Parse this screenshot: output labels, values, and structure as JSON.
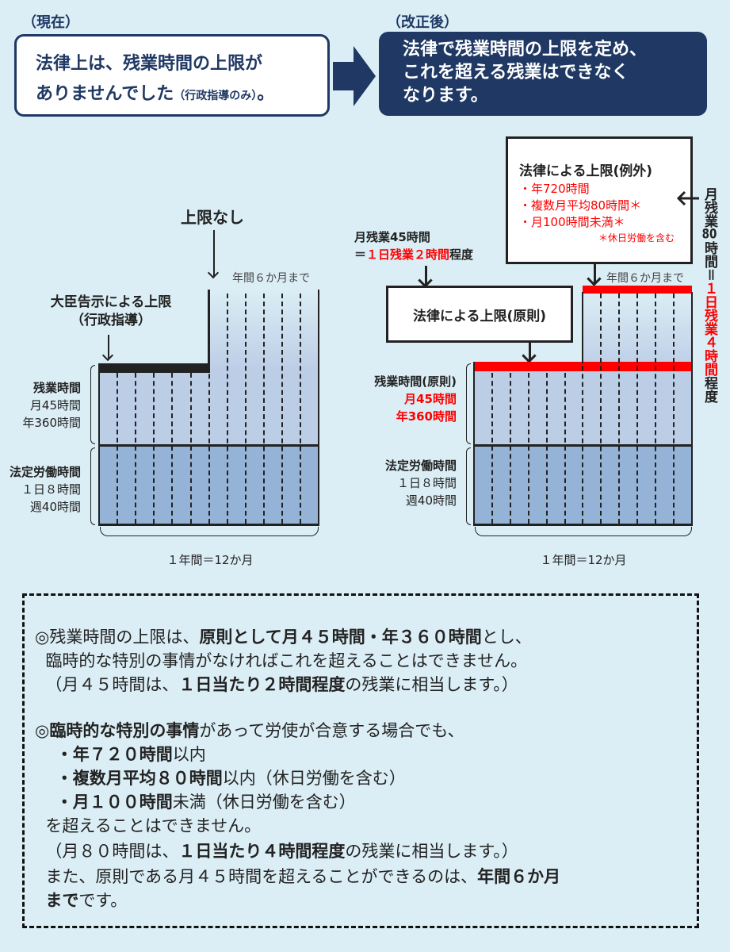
{
  "header": {
    "current_label": "（現在）",
    "current_line1": "法律上は、残業時間の上限が",
    "current_line2": "ありませんでした",
    "current_note": "（行政指導のみ）",
    "current_end": "。",
    "revised_label": "（改正後）",
    "revised_lines": [
      "法律で残業時間の上限を定め、",
      "これを超える残業はできなく",
      "なります。"
    ]
  },
  "left_chart": {
    "no_limit": "上限なし",
    "six_months": "年間６か月まで",
    "minister_limit": "大臣告示による上限",
    "minister_sub": "（行政指導）",
    "overtime_title": "残業時間",
    "overtime_month": "月45時間",
    "overtime_year": "年360時間",
    "legal_title": "法定労働時間",
    "legal_day": "１日８時間",
    "legal_week": "週40時間",
    "year_label": "１年間＝12か月"
  },
  "right_chart": {
    "monthly45": "月残業45時間",
    "equals": "＝",
    "daily2": "１日残業２時間",
    "approx": "程度",
    "principle_box": "法律による上限(原則)",
    "exception_title": "法律による上限(例外)",
    "exception_items": [
      "・年720時間",
      "・複数月平均80時間＊",
      "・月100時間未満＊"
    ],
    "exception_note": "＊休日労働を含む",
    "six_months": "年間６か月まで",
    "side_a": "月残業",
    "side_num": "80",
    "side_b": "時間",
    "side_eq": "＝",
    "side_red": "１日残業４時間",
    "side_end": "程度",
    "overtime_title": "残業時間(原則)",
    "overtime_month": "月45時間",
    "overtime_year": "年360時間",
    "legal_title": "法定労働時間",
    "legal_day": "１日８時間",
    "legal_week": "週40時間",
    "year_label": "１年間＝12か月"
  },
  "notes": [
    [
      {
        "t": "◎残業時間の上限は、"
      },
      {
        "t": "原則として月４５時間・年３６０時間",
        "b": true
      },
      {
        "t": "とし、"
      }
    ],
    [
      {
        "t": "  臨時的な特別の事情がなければこれを超えることはできません。"
      }
    ],
    [
      {
        "t": "  （月４５時間は、"
      },
      {
        "t": "１日当たり２時間程度",
        "b": true
      },
      {
        "t": "の残業に相当します。）"
      }
    ],
    [
      {
        "t": "◎"
      },
      {
        "t": "臨時的な特別の事情",
        "b": true
      },
      {
        "t": "があって労使が合意する場合でも、"
      }
    ],
    [
      {
        "t": "    "
      },
      {
        "t": "・年７２０時間",
        "b": true
      },
      {
        "t": "以内"
      }
    ],
    [
      {
        "t": "    "
      },
      {
        "t": "・複数月平均８０時間",
        "b": true
      },
      {
        "t": "以内（休日労働を含む）"
      }
    ],
    [
      {
        "t": "    "
      },
      {
        "t": "・月１００時間",
        "b": true
      },
      {
        "t": "未満（休日労働を含む）"
      }
    ],
    [
      {
        "t": "  を超えることはできません。"
      }
    ],
    [
      {
        "t": "  （月８０時間は、"
      },
      {
        "t": "１日当たり４時間程度",
        "b": true
      },
      {
        "t": "の残業に相当します。）"
      }
    ],
    [
      {
        "t": "  また、原則である月４５時間を超えることができるのは、"
      },
      {
        "t": "年間６か月",
        "b": true
      }
    ],
    [
      {
        "t": "  "
      },
      {
        "t": "まで",
        "b": true
      },
      {
        "t": "です。"
      }
    ]
  ],
  "colors": {
    "navy": "#1f3864",
    "red": "#ff0000",
    "band_upper": "#bccde6",
    "band_lower": "#95b3d7",
    "background": "#dbeef5"
  }
}
